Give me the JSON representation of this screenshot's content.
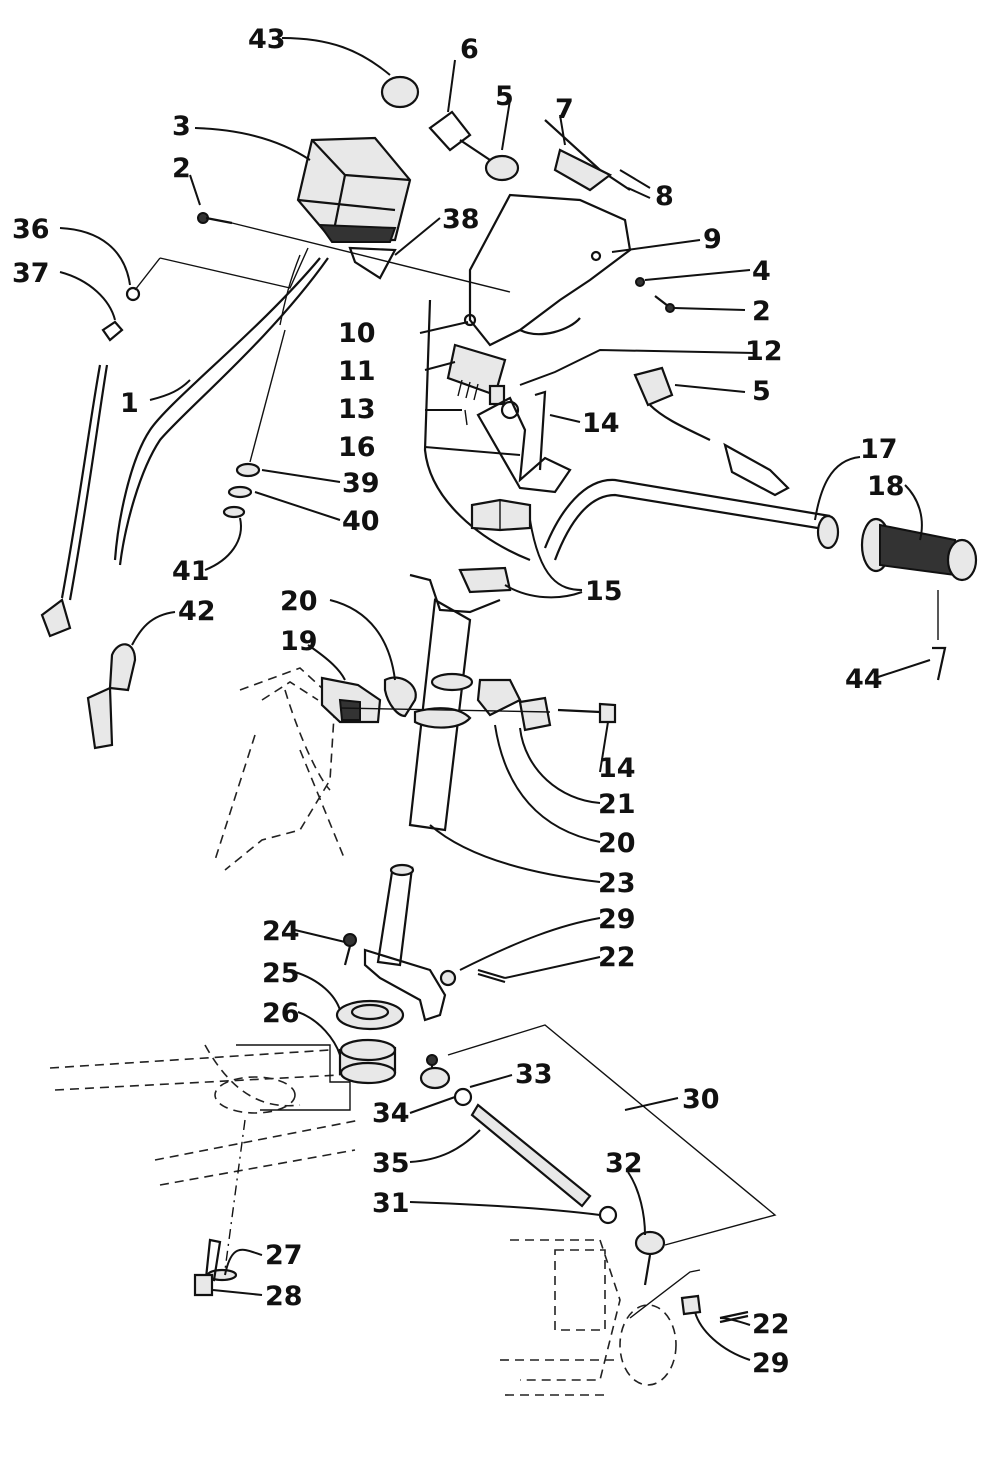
{
  "callouts": [
    "1",
    "2",
    "3",
    "4",
    "5",
    "6",
    "7",
    "8",
    "9",
    "10",
    "11",
    "12",
    "13",
    "14",
    "15",
    "16",
    "17",
    "18",
    "19",
    "20",
    "21",
    "22",
    "23",
    "24",
    "25",
    "26",
    "27",
    "28",
    "29",
    "30",
    "31",
    "32",
    "33",
    "34",
    "35",
    "36",
    "37",
    "38",
    "39",
    "40",
    "41",
    "42",
    "43",
    "44"
  ]
}
